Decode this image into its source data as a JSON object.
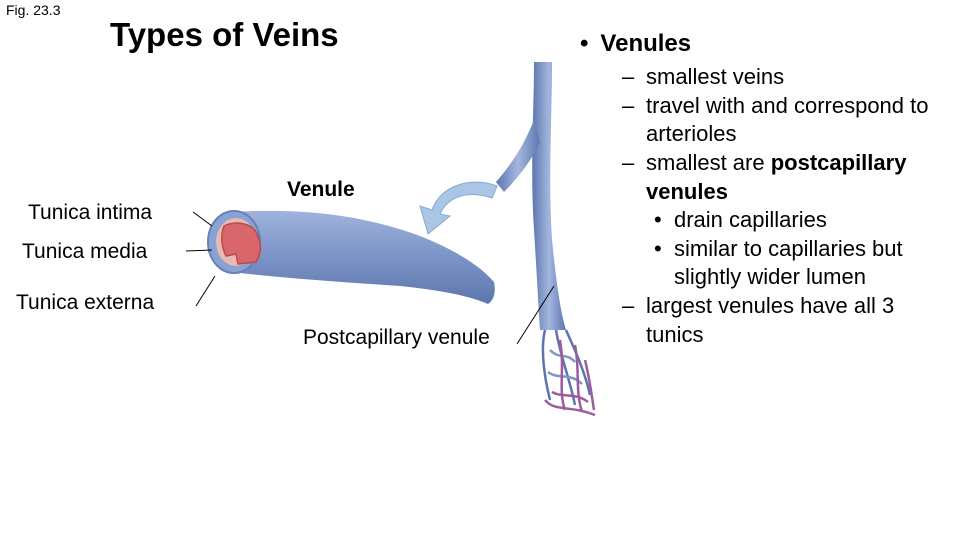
{
  "fig_label": "Fig. 23.3",
  "title": "Types of Veins",
  "labels": {
    "tunica_intima": "Tunica intima",
    "tunica_media": "Tunica media",
    "tunica_externa": "Tunica externa",
    "venule": "Venule",
    "postcapillary_venule": "Postcapillary venule"
  },
  "bullets": {
    "main": "Venules",
    "items": [
      {
        "text": "smallest veins"
      },
      {
        "text": "travel with and correspond to arterioles"
      },
      {
        "text_pre": "smallest are ",
        "text_bold": "postcapillary venules",
        "sub": [
          "drain capillaries",
          "similar to capillaries but slightly wider lumen"
        ]
      },
      {
        "text": "largest venules have all 3 tunics"
      }
    ]
  },
  "colors": {
    "vein_blue": "#7f97c9",
    "vein_dark": "#5a74ad",
    "lumen_red": "#d9666a",
    "capillary_purple": "#9a5c9e",
    "arrow_blue": "#a9c6e6"
  }
}
